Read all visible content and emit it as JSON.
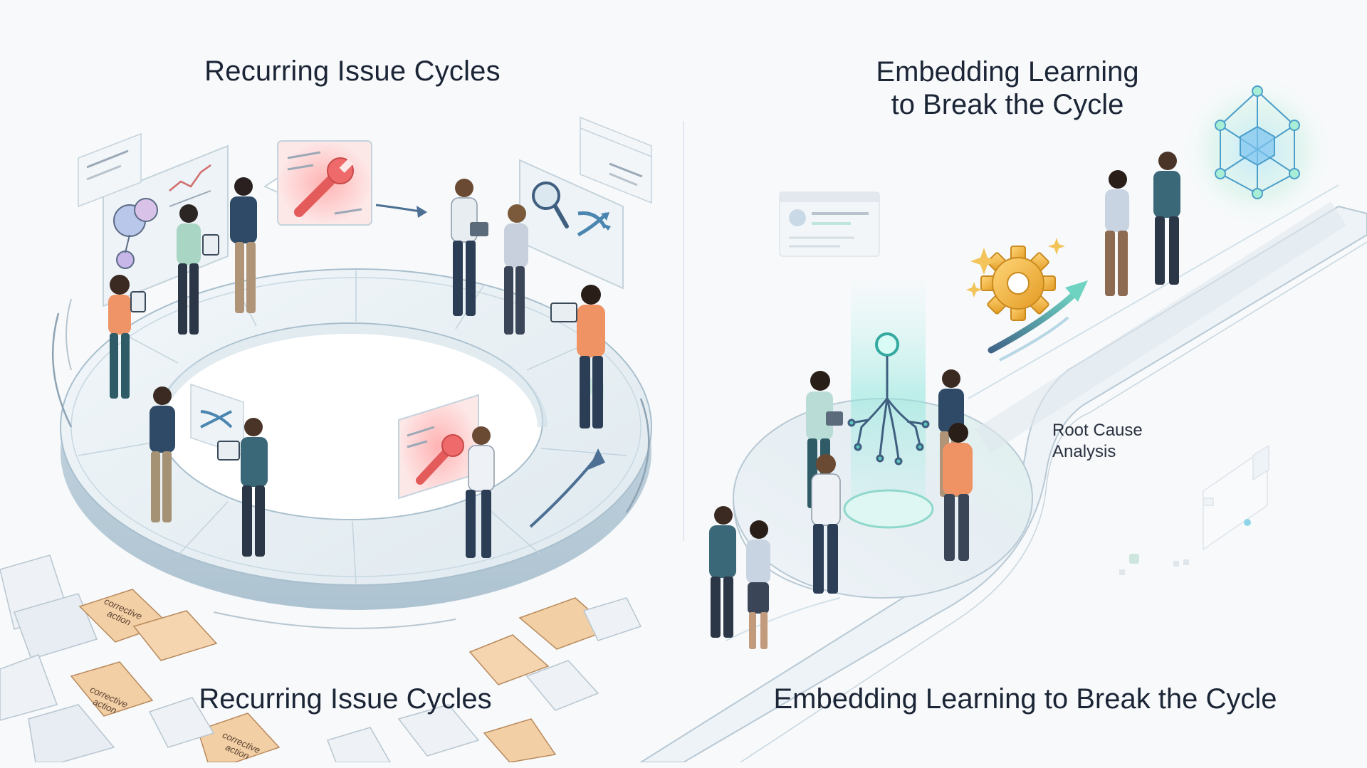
{
  "left_panel": {
    "heading": "Recurring Issue Cycles",
    "caption": "Recurring Issue Cycles",
    "folder_label_line1": "corrective",
    "folder_label_line2": "action"
  },
  "right_panel": {
    "heading_line1": "Embedding Learning",
    "heading_line2": "to Break the Cycle",
    "caption": "Embedding Learning to Break the Cycle",
    "annotation_line1": "Root Cause",
    "annotation_line2": "Analysis"
  },
  "icons": [
    "wrench-icon",
    "magnifier-icon",
    "shuffle-icon",
    "gear-icon",
    "network-cube-icon",
    "root-tree-icon",
    "document-folder-icon",
    "person-figure-icon"
  ],
  "colors": {
    "background": "#f7f9fb",
    "ring": "#d9e6ee",
    "ring_edge": "#a9bfcd",
    "alert_red": "#ef6b6b",
    "folder_tan": "#f3cfa6",
    "gear_gold": "#f2b53c",
    "glow_teal": "#6fe3d6",
    "cube_blue": "#7fc4ee",
    "arrow_blue": "#4c6f93",
    "text_dark": "#1b2536"
  }
}
